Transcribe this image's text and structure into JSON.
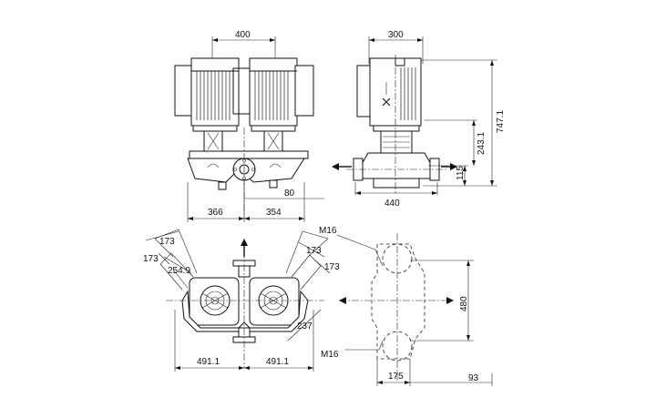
{
  "dimensions": {
    "d_400": "400",
    "d_300": "300",
    "d_747_1": "747.1",
    "d_243_1": "243.1",
    "d_115": "115",
    "d_80": "80",
    "d_366": "366",
    "d_354": "354",
    "d_440": "440",
    "d_173_a": "173",
    "d_173_b": "173",
    "d_173_c": "173",
    "d_173_d": "173",
    "d_254_9": "254.9",
    "d_237": "237",
    "d_491_1_left": "491.1",
    "d_491_1_right": "491.1",
    "d_480": "480",
    "d_175": "175",
    "d_93": "93"
  },
  "labels": {
    "m16_top": "M16",
    "m16_bottom": "M16"
  },
  "icons": {
    "logo": "grundfos-logo-mark"
  }
}
